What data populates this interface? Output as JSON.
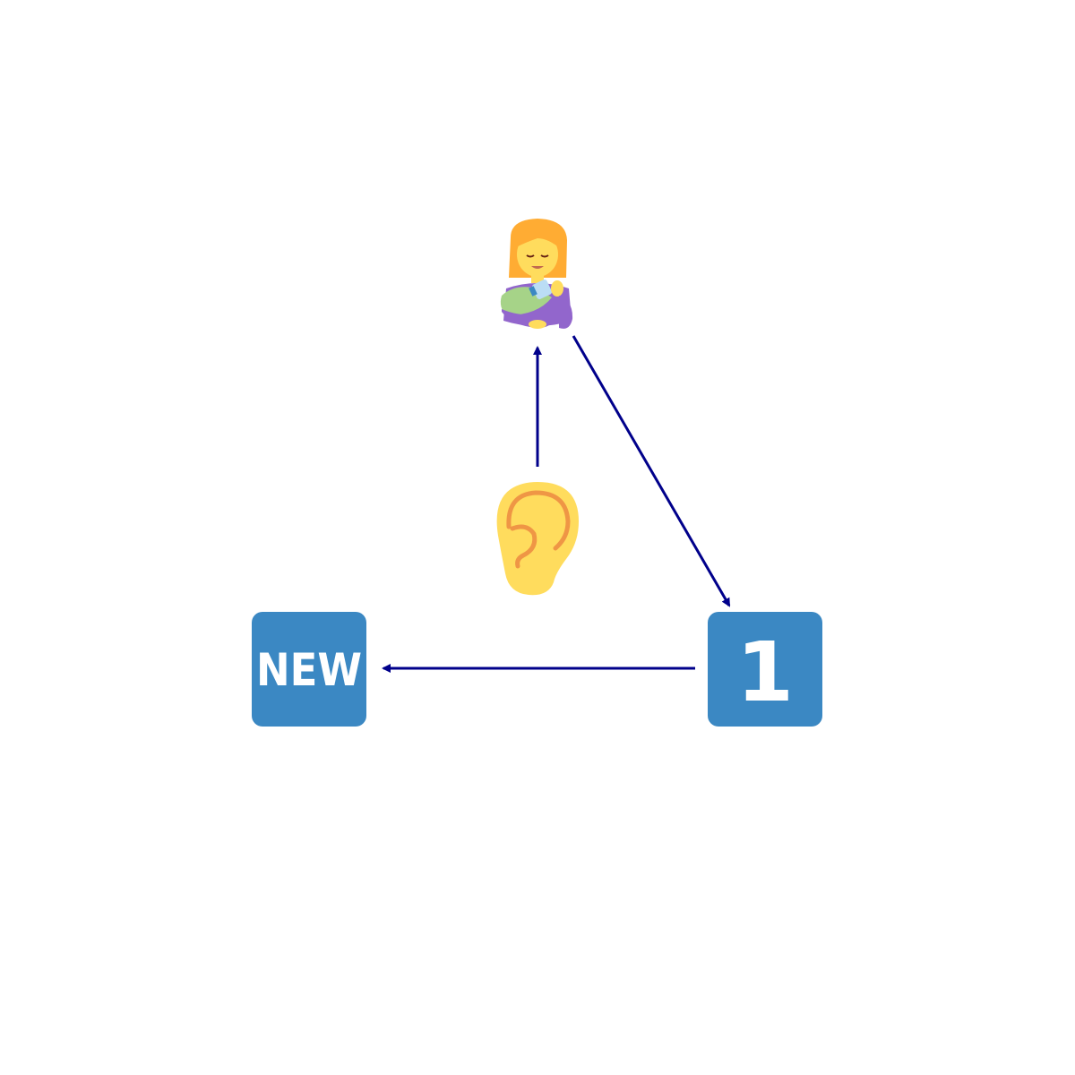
{
  "diagram": {
    "nodes": [
      {
        "id": "woman-feeding-baby",
        "icon": "woman-feeding-baby-icon"
      },
      {
        "id": "ear",
        "icon": "ear-icon"
      },
      {
        "id": "keycap-one",
        "icon": "keycap-1-icon",
        "label": "1"
      },
      {
        "id": "new-button",
        "icon": "new-button-icon",
        "label": "NEW"
      }
    ],
    "edges": [
      {
        "from": "ear",
        "to": "woman-feeding-baby"
      },
      {
        "from": "woman-feeding-baby",
        "to": "keycap-one"
      },
      {
        "from": "keycap-one",
        "to": "new-button"
      }
    ]
  },
  "colors": {
    "edge": "#00008b",
    "keycap": "#3b88c3",
    "keycap_text": "#ffffff",
    "ear_skin": "#ffdc5d",
    "ear_detail": "#ef9645",
    "hair": "#ffac33",
    "skin": "#ffdc5d",
    "sleeve": "#9266cc",
    "baby_blanket": "#a6d388",
    "bottle": "#bbddf5"
  }
}
